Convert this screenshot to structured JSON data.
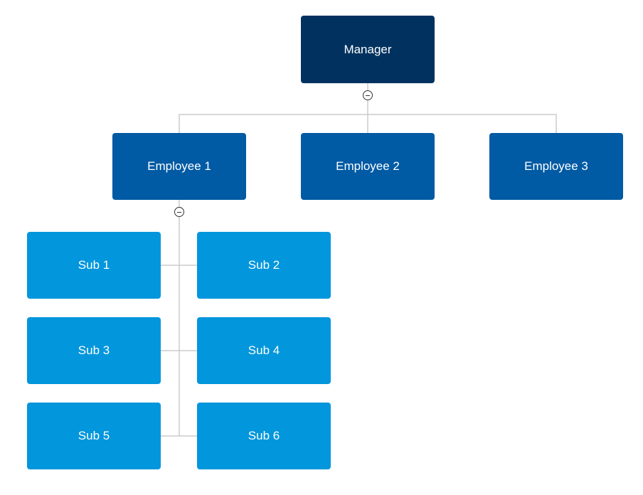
{
  "org_chart": {
    "manager": {
      "label": "Manager"
    },
    "employees": [
      {
        "label": "Employee 1"
      },
      {
        "label": "Employee 2"
      },
      {
        "label": "Employee 3"
      }
    ],
    "subordinates": [
      {
        "label": "Sub 1"
      },
      {
        "label": "Sub 2"
      },
      {
        "label": "Sub 3"
      },
      {
        "label": "Sub 4"
      },
      {
        "label": "Sub 5"
      },
      {
        "label": "Sub 6"
      }
    ]
  },
  "colors": {
    "manager_fill": "#01325f",
    "employee_fill": "#005aa4",
    "sub_fill": "#0296dc",
    "connector": "#cccccc",
    "text": "#ffffff"
  }
}
